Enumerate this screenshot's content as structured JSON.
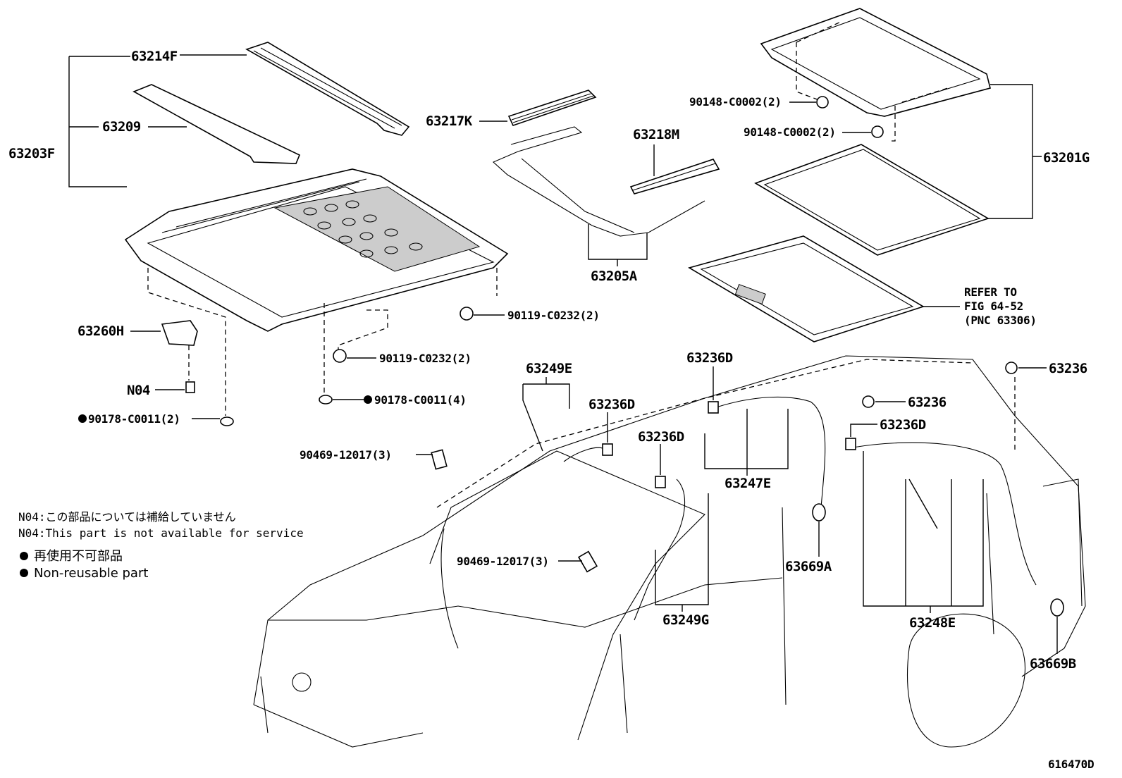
{
  "labels": {
    "l63214F": "63214F",
    "l63209": "63209",
    "l63203F": "63203F",
    "l63217K": "63217K",
    "l63218M": "63218M",
    "l63205A": "63205A",
    "l90148a": "90148-C0002(2)",
    "l90148b": "90148-C0002(2)",
    "l63201G": "63201G",
    "refer1": "REFER TO",
    "refer2": "FIG 64-52",
    "refer3": "(PNC 63306)",
    "l63260H": "63260H",
    "lN04": "N04",
    "l90119a": "90119-C0232(2)",
    "l90119b": "90119-C0232(2)",
    "l90178a": "90178-C0011(4)",
    "l90178b": "90178-C0011(2)",
    "l63249E": "63249E",
    "l63236Da": "63236D",
    "l63236Db": "63236D",
    "l63236Dc": "63236D",
    "l63236Dd": "63236D",
    "l63236a": "63236",
    "l63236b": "63236",
    "l90469a": "90469-12017(3)",
    "l90469b": "90469-12017(3)",
    "l63247E": "63247E",
    "l63669A": "63669A",
    "l63249G": "63249G",
    "l63248E": "63248E",
    "l63669B": "63669B",
    "code": "616470D"
  },
  "notes": {
    "n1": "N04:この部品については補給していません",
    "n2": "N04:This part is not available for service",
    "n3": "再使用不可部品",
    "n4": "Non-reusable part"
  },
  "colors": {
    "line": "#000000",
    "background": "#ffffff"
  }
}
